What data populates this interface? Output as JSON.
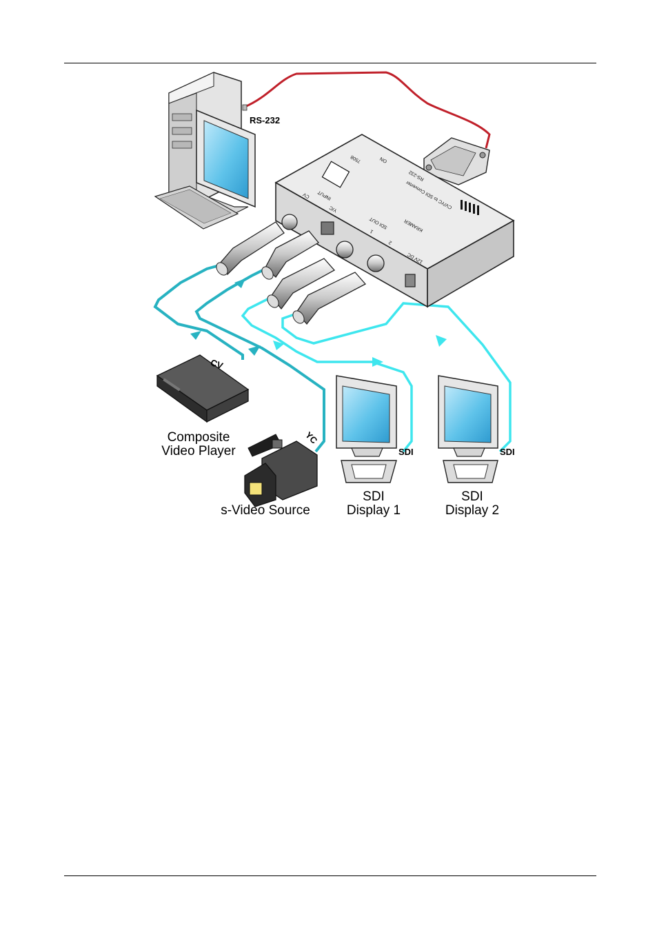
{
  "colors": {
    "rs232_cable": "#c0202a",
    "input_cable": "#27b2c1",
    "output_cable": "#3ee6ee",
    "screen": "#5fc3ea",
    "device_body": "#dedede"
  },
  "labels": {
    "rs232": "RS-232",
    "cv_cable": "CV",
    "yc_cable": "YC",
    "sdi1_cable": "SDI",
    "sdi2_cable": "SDI",
    "composite_player_line1": "Composite",
    "composite_player_line2": "Video Player",
    "svideo_source": "s-Video Source",
    "sdi_display1_line1": "SDI",
    "sdi_display1_line2": "Display 1",
    "sdi_display2_line1": "SDI",
    "sdi_display2_line2": "Display 2"
  },
  "device_panel": {
    "model": "7508",
    "brand": "KRAMER",
    "product": "CV/YC to SDI Converter",
    "on": "ON",
    "rs232": "RS-232",
    "input": "INPUT",
    "cv": "CV",
    "yc": "Y/C",
    "sdi_out": "SDI OUT",
    "out1": "1",
    "out2": "2",
    "power": "12V DC"
  }
}
